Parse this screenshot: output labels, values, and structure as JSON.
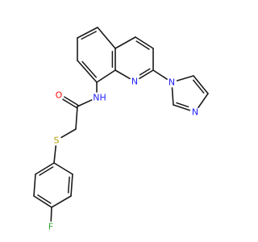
{
  "molecule": {
    "atoms": [
      {
        "id": "c1",
        "element": "C",
        "label": ""
      },
      {
        "id": "c2",
        "element": "C",
        "label": ""
      },
      {
        "id": "c3",
        "element": "C",
        "label": ""
      },
      {
        "id": "c4",
        "element": "C",
        "label": ""
      },
      {
        "id": "c4a",
        "element": "C",
        "label": ""
      },
      {
        "id": "c5",
        "element": "C",
        "label": ""
      },
      {
        "id": "c6",
        "element": "C",
        "label": ""
      },
      {
        "id": "c7",
        "element": "C",
        "label": ""
      },
      {
        "id": "c8",
        "element": "C",
        "label": ""
      },
      {
        "id": "c8a",
        "element": "C",
        "label": ""
      },
      {
        "id": "n1",
        "element": "N",
        "label": "N"
      },
      {
        "id": "n_im1",
        "element": "N",
        "label": "N"
      },
      {
        "id": "c_im2",
        "element": "C",
        "label": ""
      },
      {
        "id": "n_im3",
        "element": "N",
        "label": "N"
      },
      {
        "id": "c_im4",
        "element": "C",
        "label": ""
      },
      {
        "id": "c_im5",
        "element": "C",
        "label": ""
      },
      {
        "id": "n_amide",
        "element": "N",
        "label": "NH",
        "label_suffix": "H"
      },
      {
        "id": "c_carbonyl",
        "element": "C",
        "label": ""
      },
      {
        "id": "o_carbonyl",
        "element": "O",
        "label": "O"
      },
      {
        "id": "c_ch2",
        "element": "C",
        "label": ""
      },
      {
        "id": "s",
        "element": "S",
        "label": "S"
      },
      {
        "id": "c_ph1",
        "element": "C",
        "label": ""
      },
      {
        "id": "c_ph2",
        "element": "C",
        "label": ""
      },
      {
        "id": "c_ph3",
        "element": "C",
        "label": ""
      },
      {
        "id": "c_ph4",
        "element": "C",
        "label": ""
      },
      {
        "id": "c_ph5",
        "element": "C",
        "label": ""
      },
      {
        "id": "c_ph6",
        "element": "C",
        "label": ""
      },
      {
        "id": "f",
        "element": "F",
        "label": "F"
      }
    ],
    "bonds": [
      {
        "a": "c5",
        "b": "c6",
        "order": 2
      },
      {
        "a": "c6",
        "b": "c7",
        "order": 1
      },
      {
        "a": "c7",
        "b": "c8",
        "order": 2
      },
      {
        "a": "c8",
        "b": "c8a",
        "order": 1
      },
      {
        "a": "c8a",
        "b": "c4a",
        "order": 2
      },
      {
        "a": "c4a",
        "b": "c5",
        "order": 1
      },
      {
        "a": "c4a",
        "b": "c4",
        "order": 1
      },
      {
        "a": "c4",
        "b": "c3",
        "order": 2
      },
      {
        "a": "c3",
        "b": "c2",
        "order": 1
      },
      {
        "a": "c2",
        "b": "n1",
        "order": 2
      },
      {
        "a": "n1",
        "b": "c8a",
        "order": 1
      },
      {
        "a": "c2",
        "b": "n_im1",
        "order": 1
      },
      {
        "a": "n_im1",
        "b": "c_im5",
        "order": 1
      },
      {
        "a": "c_im5",
        "b": "c_im4",
        "order": 2
      },
      {
        "a": "c_im4",
        "b": "n_im3",
        "order": 1
      },
      {
        "a": "n_im3",
        "b": "c_im2",
        "order": 2
      },
      {
        "a": "c_im2",
        "b": "n_im1",
        "order": 1
      },
      {
        "a": "c8",
        "b": "n_amide",
        "order": 1
      },
      {
        "a": "n_amide",
        "b": "c_carbonyl",
        "order": 1
      },
      {
        "a": "c_carbonyl",
        "b": "o_carbonyl",
        "order": 2
      },
      {
        "a": "c_carbonyl",
        "b": "c_ch2",
        "order": 1
      },
      {
        "a": "c_ch2",
        "b": "s",
        "order": 1
      },
      {
        "a": "s",
        "b": "c_ph1",
        "order": 1
      },
      {
        "a": "c_ph1",
        "b": "c_ph2",
        "order": 2
      },
      {
        "a": "c_ph2",
        "b": "c_ph3",
        "order": 1
      },
      {
        "a": "c_ph3",
        "b": "c_ph4",
        "order": 2
      },
      {
        "a": "c_ph4",
        "b": "c_ph5",
        "order": 1
      },
      {
        "a": "c_ph5",
        "b": "c_ph6",
        "order": 2
      },
      {
        "a": "c_ph6",
        "b": "c_ph1",
        "order": 1
      },
      {
        "a": "c_ph4",
        "b": "f",
        "order": 1
      }
    ],
    "element_colors": {
      "C": "#1a1a1a",
      "N": "#2222ff",
      "O": "#ff0d0d",
      "S": "#b3a000",
      "F": "#33aa33"
    }
  }
}
